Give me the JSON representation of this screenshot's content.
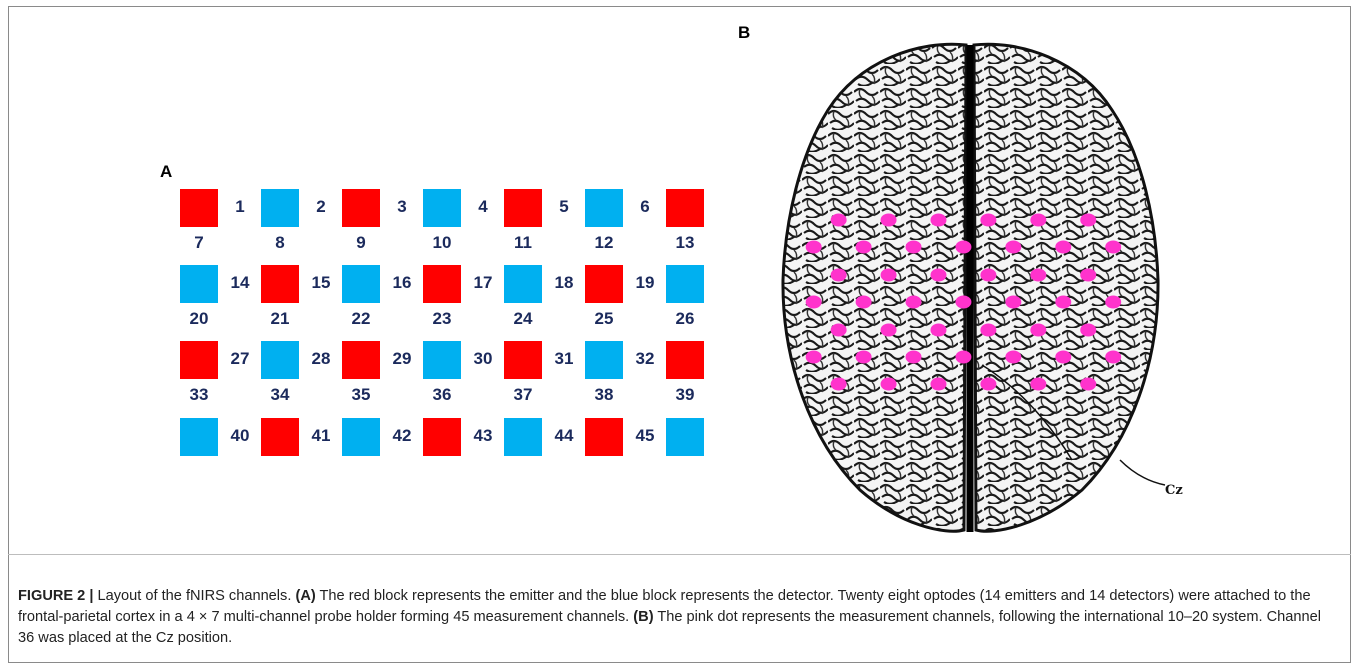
{
  "panel_a": {
    "label": "A",
    "emitter_color": "#ff0000",
    "detector_color": "#00b0f0",
    "rows": [
      {
        "optodes": [
          "emitter",
          "detector",
          "emitter",
          "detector",
          "emitter",
          "detector",
          "emitter"
        ],
        "channels": [
          "1",
          "2",
          "3",
          "4",
          "5",
          "6"
        ]
      },
      {
        "optodes": [
          "detector",
          "emitter",
          "detector",
          "emitter",
          "detector",
          "emitter",
          "detector"
        ],
        "channels": [
          "14",
          "15",
          "16",
          "17",
          "18",
          "19"
        ]
      },
      {
        "optodes": [
          "emitter",
          "detector",
          "emitter",
          "detector",
          "emitter",
          "detector",
          "emitter"
        ],
        "channels": [
          "27",
          "28",
          "29",
          "30",
          "31",
          "32"
        ]
      },
      {
        "optodes": [
          "detector",
          "emitter",
          "detector",
          "emitter",
          "detector",
          "emitter",
          "detector"
        ],
        "channels": [
          "40",
          "41",
          "42",
          "43",
          "44",
          "45"
        ]
      }
    ],
    "vertical_channel_rows": [
      [
        "7",
        "8",
        "9",
        "10",
        "11",
        "12",
        "13"
      ],
      [
        "20",
        "21",
        "22",
        "23",
        "24",
        "25",
        "26"
      ],
      [
        "33",
        "34",
        "35",
        "36",
        "37",
        "38",
        "39"
      ]
    ]
  },
  "panel_b": {
    "label": "B",
    "cz_label": "Cz",
    "dot_color": "#ff33cc"
  },
  "caption": {
    "figure_label": "FIGURE 2 |",
    "intro": " Layout of the fNIRS channels. ",
    "a_marker": "(A)",
    "a_text": " The red block represents the emitter and the blue block represents the detector. Twenty eight optodes (14 emitters and 14 detectors) were attached to the frontal-parietal cortex in a 4 × 7 multi-channel probe holder forming 45 measurement channels. ",
    "b_marker": "(B)",
    "b_text": " The pink dot represents the measurement channels, following the international 10–20 system. Channel 36 was placed at the Cz position."
  }
}
